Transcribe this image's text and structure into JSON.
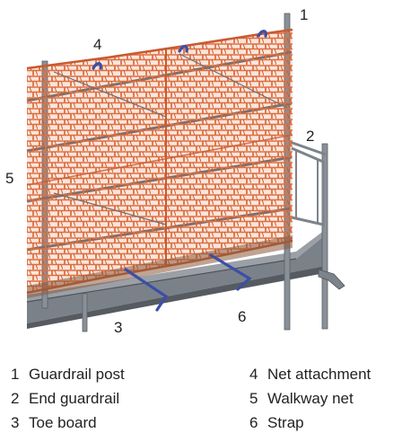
{
  "callouts": [
    "1",
    "2",
    "3",
    "4",
    "5",
    "6"
  ],
  "legend": [
    {
      "num": "1",
      "label": "Guardrail post"
    },
    {
      "num": "2",
      "label": "End guardrail"
    },
    {
      "num": "3",
      "label": "Toe board"
    },
    {
      "num": "4",
      "label": "Net attachment"
    },
    {
      "num": "5",
      "label": "Walkway net"
    },
    {
      "num": "6",
      "label": "Strap"
    }
  ],
  "colors": {
    "net": "#e0703f",
    "net_dark": "#b9532c",
    "metal": "#8a9098",
    "metal_dark": "#5b6168",
    "deck": "#6f757c",
    "strap": "#3b4fa8"
  }
}
